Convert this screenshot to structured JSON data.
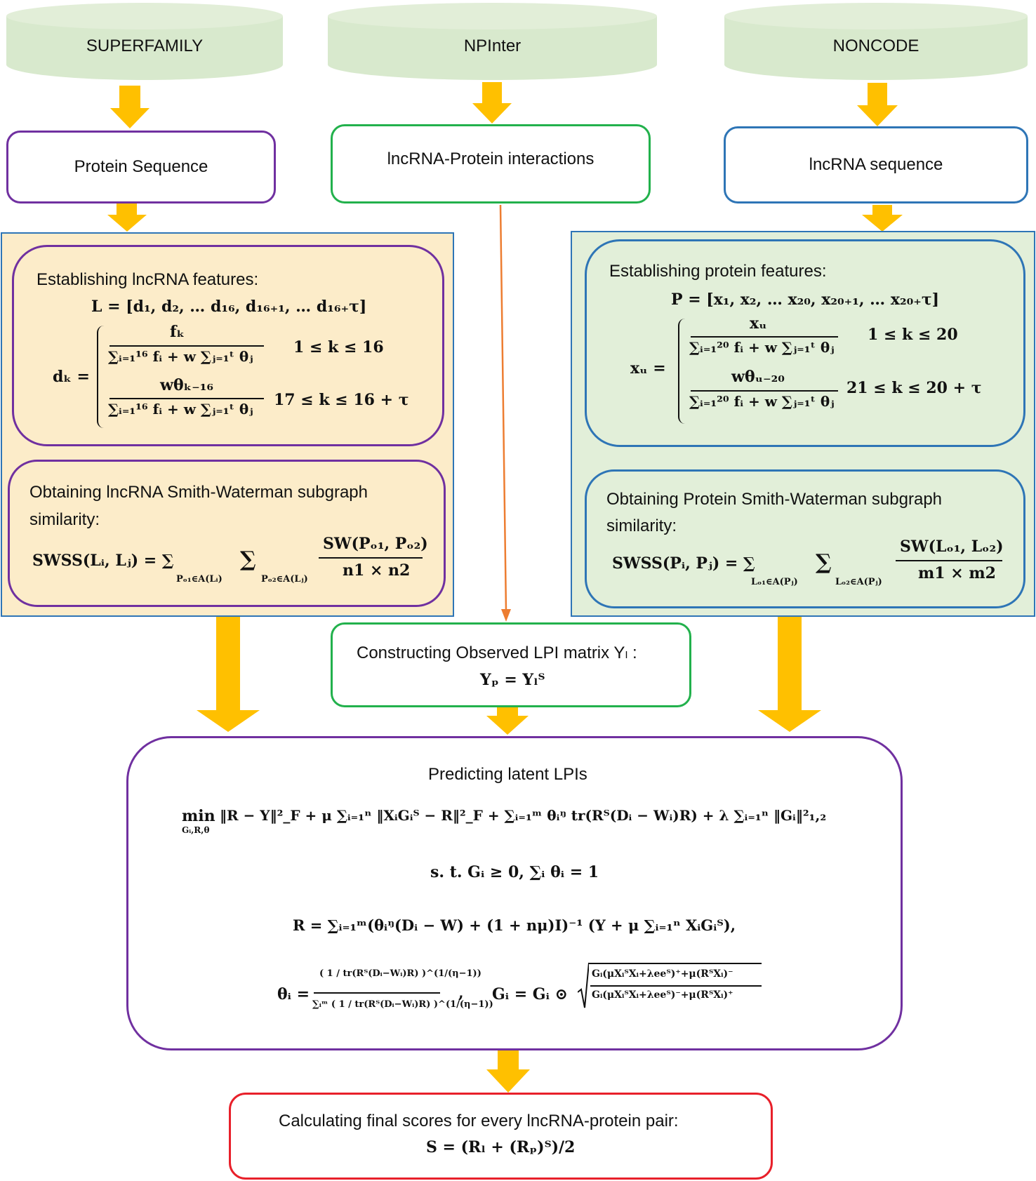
{
  "sources": [
    "SUPERFAMILY",
    "NPInter",
    "NONCODE"
  ],
  "inputs": {
    "protein_sequence": "Protein Sequence",
    "interactions": "lncRNA-Protein interactions",
    "lncrna_sequence": "lncRNA sequence"
  },
  "left_panel": {
    "features_title": "Establishing lncRNA features:",
    "features_eq": "L = [d₁, d₂, … d₁₆, d₁₆₊₁, … d₁₆₊τ]",
    "dk_label": "dₖ =",
    "case1_num": "fₖ",
    "case1_den": "∑ᵢ₌₁¹⁶ fᵢ + w ∑ⱼ₌₁ᵗ θⱼ",
    "case1_cond": "1 ≤ k ≤ 16",
    "case2_num": "wθₖ₋₁₆",
    "case2_den": "∑ᵢ₌₁¹⁶ fᵢ + w ∑ⱼ₌₁ᵗ θⱼ",
    "case2_cond": "17 ≤ k ≤ 16 + τ",
    "similarity_title_1": "Obtaining lncRNA Smith-Waterman subgraph",
    "similarity_title_2": "similarity:",
    "swss_lhs": "SWSS(Lᵢ, Lⱼ) = ∑",
    "swss_sub1": "Pₒ₁∈A(Lᵢ)",
    "swss_sum2": "∑",
    "swss_sub2": "Pₒ₂∈A(Lⱼ)",
    "swss_num": "SW(Pₒ₁, Pₒ₂)",
    "swss_den": "n1 × n2"
  },
  "right_panel": {
    "features_title": "Establishing protein features:",
    "features_eq": "P = [x₁, x₂, … x₂₀, x₂₀₊₁, … x₂₀₊τ]",
    "xu_label": "xᵤ =",
    "case1_num": "xᵤ",
    "case1_den": "∑ᵢ₌₁²⁰ fᵢ + w ∑ⱼ₌₁ᵗ θⱼ",
    "case1_cond": "1 ≤ k ≤ 20",
    "case2_num": "wθᵤ₋₂₀",
    "case2_den": "∑ᵢ₌₁²⁰ fᵢ + w ∑ⱼ₌₁ᵗ θⱼ",
    "case2_cond": "21 ≤ k ≤ 20 + τ",
    "similarity_title_1": "Obtaining Protein Smith-Waterman subgraph",
    "similarity_title_2": "similarity:",
    "swss_lhs": "SWSS(Pᵢ, Pⱼ) = ∑",
    "swss_sub1": "Lₒ₁∈A(Pⱼ)",
    "swss_sum2": "∑",
    "swss_sub2": "Lₒ₂∈A(Pⱼ)",
    "swss_num": "SW(Lₒ₁, Lₒ₂)",
    "swss_den": "m1 × m2"
  },
  "observed": {
    "title": "Constructing Observed LPI matrix  Yₗ :",
    "eq": "Yₚ = Yₗᵀ"
  },
  "predict": {
    "title": "Predicting latent LPIs",
    "objective_min": "min",
    "objective_sub": "Gᵢ,R,θ",
    "objective": "‖R − Y‖²_F + μ ∑ᵢ₌₁ⁿ ‖XᵢGᵢᵀ − R‖²_F + ∑ᵢ₌₁ᵐ θᵢᵑ tr(Rᵀ(Dᵢ − Wᵢ)R) + λ ∑ᵢ₌₁ⁿ ‖Gᵢ‖²₁,₂",
    "constraint": "s. t. Gᵢ ≥ 0, ∑ᵢ θᵢ = 1",
    "r_update": "R = ∑ᵢ₌₁ᵐ(θᵢᵑ(Dᵢ − W) + (1 + nμ)I)⁻¹ (Y + μ ∑ᵢ₌₁ⁿ XᵢGᵢᵀ),",
    "theta_lhs": "θᵢ =",
    "theta_num": "( 1 / tr(Rᵀ(Dᵢ−Wᵢ)R) )^(1/(η−1))",
    "theta_den": "∑ᵢᵐ ( 1 / tr(Rᵀ(Dᵢ−Wᵢ)R) )^(1/(η−1))",
    "comma": ",",
    "g_lhs": "Gᵢ = Gᵢ ⊙",
    "g_num": "Gᵢ(μXᵢᵀXᵢ+λeeᵀ)⁺+μ(RᵀXᵢ)⁻",
    "g_den": "Gᵢ(μXᵢᵀXᵢ+λeeᵀ)⁻+μ(RᵀXᵢ)⁺"
  },
  "final": {
    "title": "Calculating final scores for every lncRNA-protein pair:",
    "eq": "S = (Rₗ + (Rₚ)ᵀ)/2"
  },
  "colors": {
    "arrow": "#ffc000",
    "thin_arrow": "#ed7d31",
    "db_fill": "#d8e9cd",
    "left_panel_fill": "#fcecc9",
    "right_panel_fill": "#e2efd9",
    "panel_border": "#2e75b6",
    "purple": "#7030a0",
    "green": "#22b14c",
    "blue": "#2e75b6",
    "red": "#e8202a"
  }
}
